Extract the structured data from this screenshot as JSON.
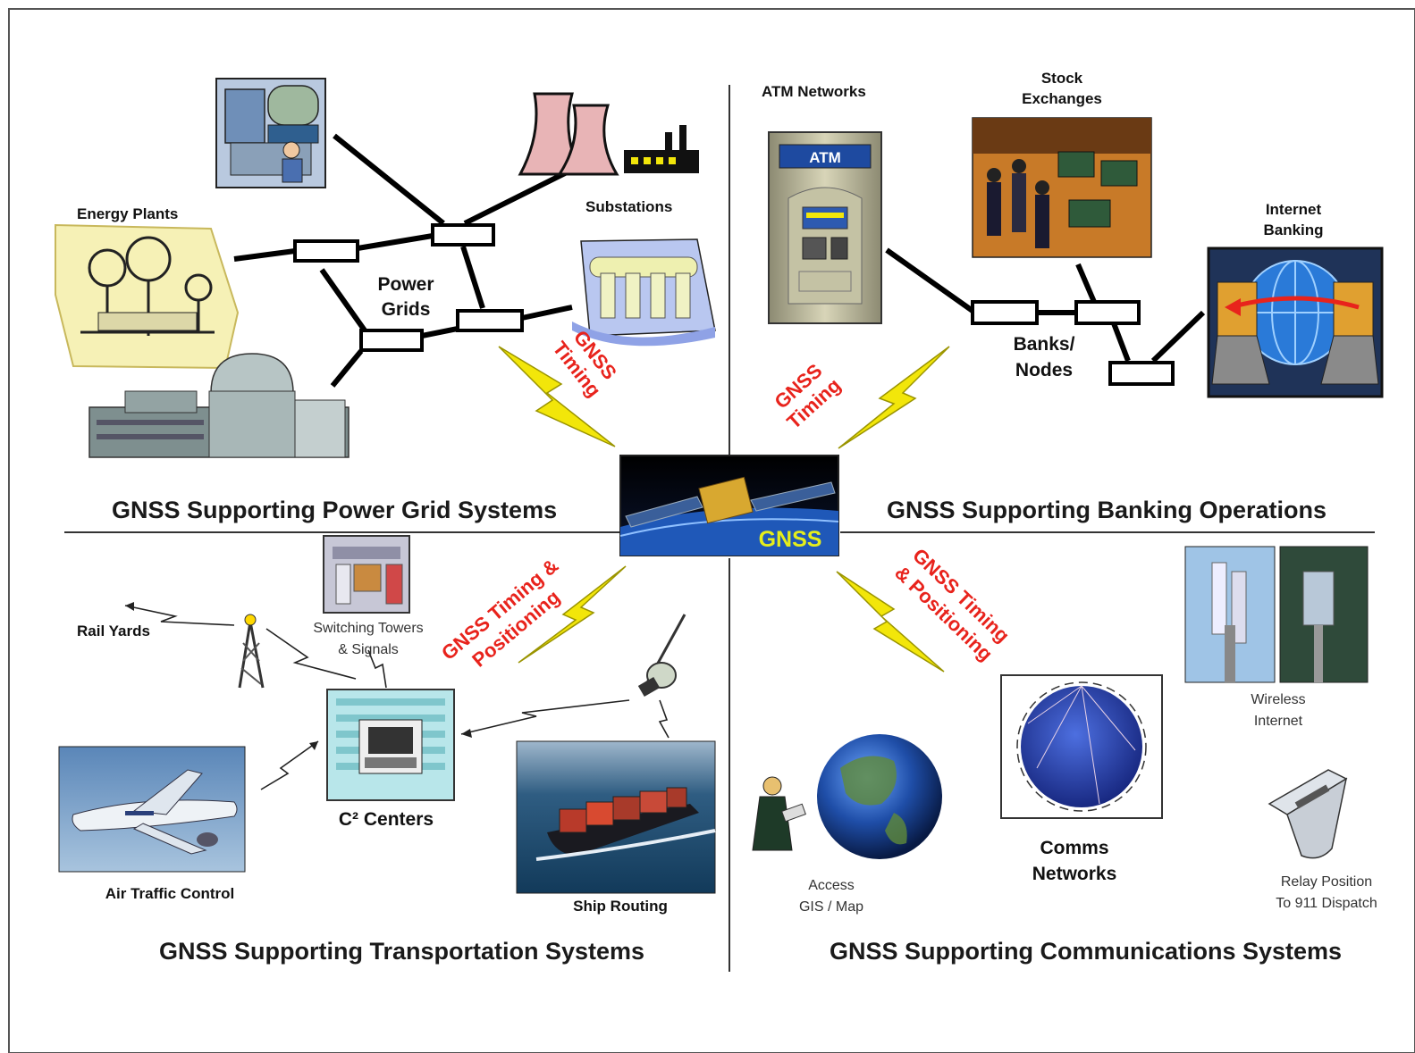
{
  "center": {
    "label": "GNSS"
  },
  "quadrants": {
    "power": {
      "title": "GNSS Supporting Power Grid Systems",
      "energy_plants": "Energy Plants",
      "substations": "Substations",
      "grid_line1": "Power",
      "grid_line2": "Grids",
      "timing_line1": "GNSS",
      "timing_line2": "Timing"
    },
    "banking": {
      "title": "GNSS Supporting Banking Operations",
      "atm_networks": "ATM Networks",
      "atm_sign": "ATM",
      "stock_line1": "Stock",
      "stock_line2": "Exchanges",
      "internet_line1": "Internet",
      "internet_line2": "Banking",
      "banks_line1": "Banks/",
      "banks_line2": "Nodes",
      "timing_line1": "GNSS",
      "timing_line2": "Timing"
    },
    "transport": {
      "title": "GNSS Supporting Transportation Systems",
      "rail_yards": "Rail Yards",
      "switching_line1": "Switching Towers",
      "switching_line2": "& Signals",
      "c2_centers": "C² Centers",
      "air_traffic": "Air Traffic Control",
      "ship_routing": "Ship Routing",
      "timing_line1": "GNSS Timing &",
      "timing_line2": "Positioning"
    },
    "comms": {
      "title": "GNSS Supporting Communications Systems",
      "wireless_line1": "Wireless",
      "wireless_line2": "Internet",
      "comms_line1": "Comms",
      "comms_line2": "Networks",
      "access_line1": "Access",
      "access_line2": "GIS / Map",
      "relay_line1": "Relay Position",
      "relay_line2": "To 911 Dispatch",
      "timing_line1": "GNSS Timing",
      "timing_line2": "& Positioning"
    }
  },
  "colors": {
    "accent_red": "#e8231c",
    "bolt_yellow": "#f2e60a",
    "gnss_label": "#e6ee1a"
  }
}
